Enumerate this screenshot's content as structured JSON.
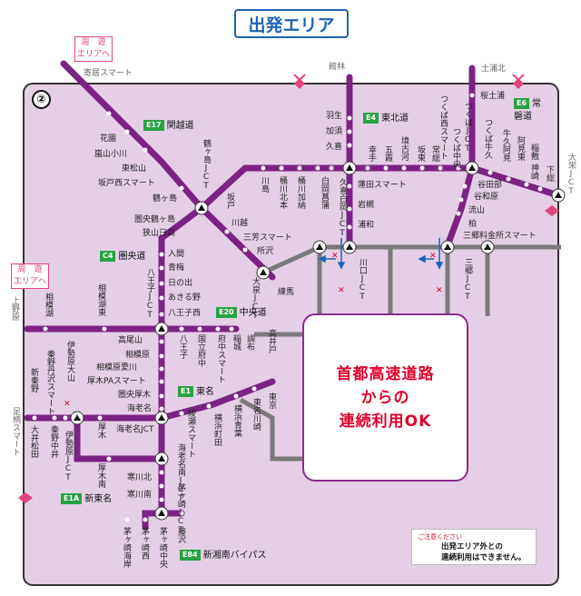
{
  "title": "出発エリア",
  "area_number": "②",
  "notice": [
    "首都高速道路",
    "からの",
    "連続利用OK"
  ],
  "explore_tag": "周　遊\nエリアへ",
  "legend": {
    "caption": "ご注意ください",
    "text": "出発エリア外との\n連続利用はできません。"
  },
  "colors": {
    "area_fill": "#e4cfe6",
    "area_border": "#333333",
    "expressway": "#7b2383",
    "shutoko": "#7a7a7a",
    "title": "#1d62b5",
    "notice_text": "#e0002a"
  },
  "routes": {
    "e17": {
      "code": "E17",
      "name": "関越道"
    },
    "c4": {
      "code": "C4",
      "name": "圏央道"
    },
    "e20": {
      "code": "E20",
      "name": "中央道"
    },
    "e1": {
      "code": "E1",
      "name": "東名"
    },
    "e1a": {
      "code": "E1A",
      "name": "新東名"
    },
    "e84": {
      "code": "E84",
      "name": "新湘南バイパス"
    },
    "e4": {
      "code": "E4",
      "name": "東北道"
    },
    "e6": {
      "code": "E6",
      "name": "常磐道"
    }
  },
  "outside": {
    "yorii": "寄居スマート",
    "tatebayashi": "館林",
    "tsuchiura": "土浦北",
    "ueno": "上野原",
    "ashigara": "足柄スマート",
    "oi": "大栄JCT"
  },
  "stations": {
    "kanetsu": [
      "花園",
      "嵐山小川",
      "東松山",
      "坂戸西スマート",
      "鶴ヶ島"
    ],
    "tsurugashima_jct": "鶴ヶ島JCT",
    "sakado": "坂戸",
    "kawagoe": "川越",
    "miyoshi": "三芳スマート",
    "tokorozawa": "所沢",
    "oizumi": "大泉JCT",
    "nerima": "練馬",
    "kenou_n": [
      "圏央鶴ヶ島",
      "狭山日高",
      "入間",
      "青梅",
      "日の出",
      "あきる野",
      "八王子西"
    ],
    "hachioji_jct": "八王子JCT",
    "chuo_w": [
      "相模湖",
      "相模湖東"
    ],
    "chuo_e": [
      "八王子",
      "国立府中",
      "府中スマート",
      "稲城",
      "調布",
      "高井戸"
    ],
    "kenou_s": [
      "高尾山",
      "相模原",
      "相模原愛川",
      "厚木PAスマート",
      "圏央厚木",
      "海老名"
    ],
    "ebina_jct": "海老名JCT",
    "tomei": [
      "厚木",
      "綾瀬スマート",
      "横浜町田",
      "横浜青葉",
      "東名川崎",
      "東京"
    ],
    "shintomei": [
      "新秦野",
      "秦野丹沢スマート",
      "伊勢原大山",
      "大井松田",
      "秦野中井",
      "伊勢原JCT",
      "厚木南"
    ],
    "ebina_minami": "海老名南JCT",
    "samukawa": [
      "寒川北",
      "寒川南"
    ],
    "chigasaki_jct": "茅ヶ崎JCT",
    "shonan": [
      "茅ヶ崎海岸",
      "茅ヶ崎西",
      "茅ヶ崎中央",
      "藤沢"
    ],
    "tohoku": [
      "羽生",
      "加須",
      "久喜",
      "久喜白岡JCT",
      "蓮田スマート",
      "岩槻",
      "浦和",
      "川口JCT"
    ],
    "kenou_e": [
      "川島",
      "桶川北本",
      "桶川加納",
      "白岡菖蒲",
      "幸手",
      "五霞",
      "境古河",
      "坂東",
      "常総"
    ],
    "tsukuba_jct": "つくば中央",
    "joban": [
      "桜土浦",
      "つくばJCT",
      "つくば西スマート",
      "つくば牛久",
      "牛久阿見",
      "阿見東",
      "稲敷",
      "神崎",
      "下総"
    ],
    "joban_s": [
      "谷田部",
      "谷和原",
      "流山",
      "柏",
      "三郷料金所スマート",
      "三郷JCT"
    ]
  }
}
